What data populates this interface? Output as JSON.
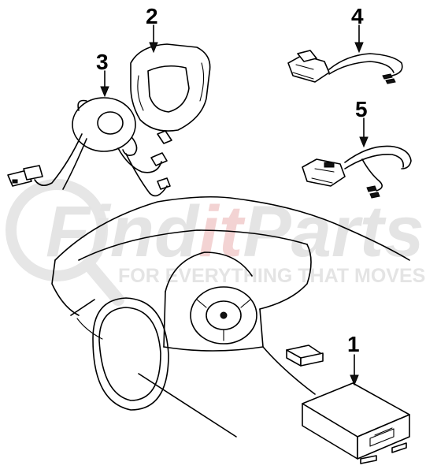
{
  "watermark": {
    "brand_part1": "Find",
    "brand_part2": "it",
    "brand_part3": "Parts",
    "tagline": "FOR EVERYTHING THAT MOVES",
    "brand_colors": {
      "grey": "#e4e4e4",
      "red": "#f3d3d3"
    }
  },
  "callouts": {
    "c1": "1",
    "c2": "2",
    "c3": "3",
    "c4": "4",
    "c5": "5"
  }
}
